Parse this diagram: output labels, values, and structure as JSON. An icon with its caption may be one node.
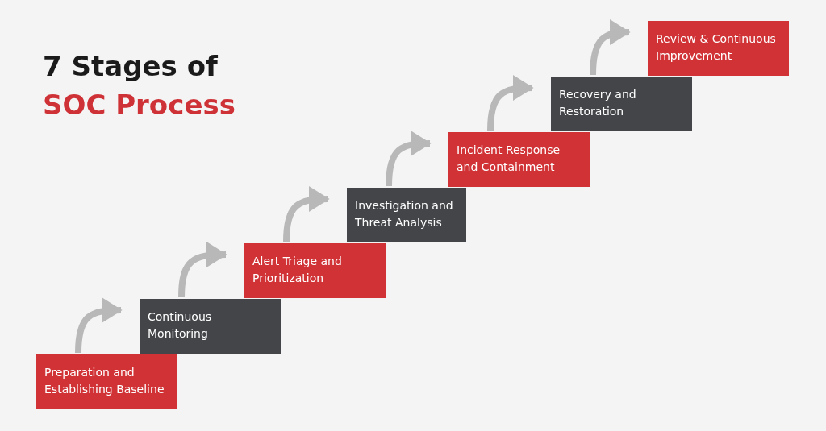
{
  "diagram": {
    "title": "7 Stages of SOC Process",
    "nodes": [
      {
        "text": [
          "Preparation and Establishing Baseline"
        ]
      },
      {
        "text": [
          "Continuous Monitoring"
        ]
      },
      {
        "text": [
          "Alert Triage and Prioritization"
        ]
      },
      {
        "text": [
          "Investigation and Threat Analysis"
        ]
      },
      {
        "text": [
          "Incident Response and Containment"
        ]
      },
      {
        "text": [
          "Recovery and Restoration"
        ]
      },
      {
        "text": [
          "Review & Continuous Improvement"
        ]
      }
    ],
    "edges": [
      {
        "from": 0,
        "to": 1,
        "arrow": "to"
      },
      {
        "from": 1,
        "to": 2,
        "arrow": "to"
      },
      {
        "from": 2,
        "to": 3,
        "arrow": "to"
      },
      {
        "from": 3,
        "to": 4,
        "arrow": "to"
      },
      {
        "from": 4,
        "to": 5,
        "arrow": "to"
      },
      {
        "from": 5,
        "to": 6,
        "arrow": "to"
      }
    ]
  }
}
